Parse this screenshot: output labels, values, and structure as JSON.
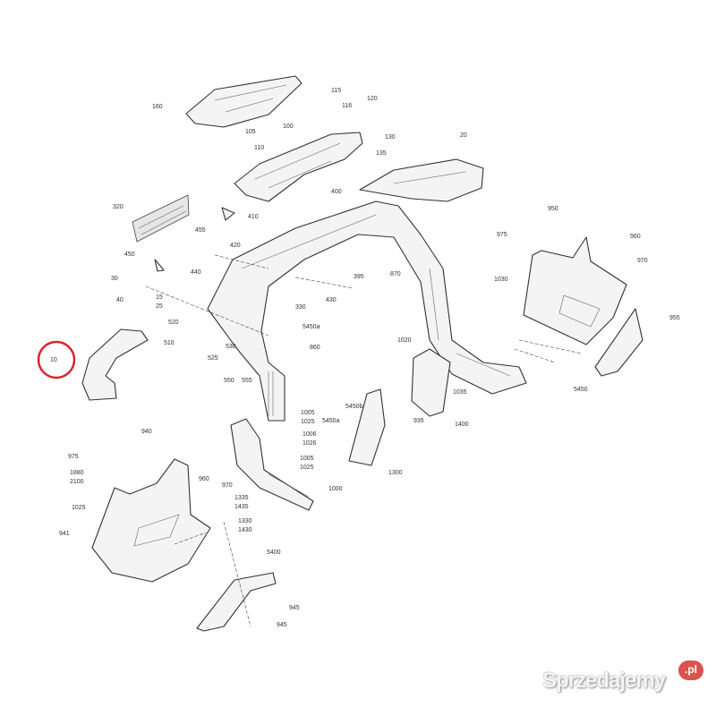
{
  "diagram": {
    "callouts": [
      "160",
      "115",
      "116",
      "120",
      "130",
      "105",
      "110",
      "100",
      "135",
      "20",
      "400",
      "320",
      "455",
      "410",
      "420",
      "450",
      "440",
      "395",
      "870",
      "330",
      "430",
      "30",
      "40",
      "15",
      "25",
      "520",
      "510",
      "530",
      "525",
      "5450a",
      "860",
      "550",
      "555",
      "10",
      "975",
      "950",
      "960",
      "970",
      "1030",
      "955",
      "1020",
      "5450",
      "1035",
      "1400",
      "935",
      "5450b",
      "5450a",
      "1300",
      "1005",
      "1025",
      "1006",
      "1026",
      "1005",
      "1025",
      "1000",
      "940",
      "975",
      "1880",
      "2100",
      "1025",
      "941",
      "960",
      "970",
      "1335",
      "1435",
      "1330",
      "1430",
      "5400",
      "945",
      "945"
    ],
    "highlighted_callout": "10",
    "highlight_color": "#d9262b"
  },
  "watermark": {
    "brand": "Sprzedajemy",
    "tld": ".pl"
  }
}
